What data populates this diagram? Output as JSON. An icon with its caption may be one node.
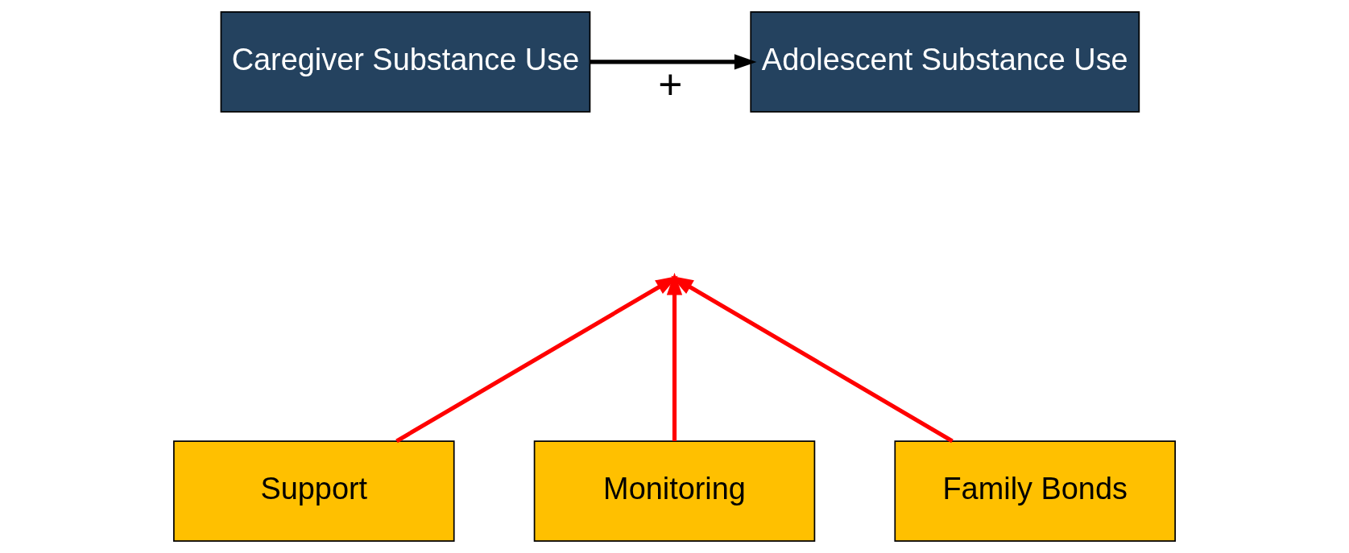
{
  "diagram": {
    "nodes": [
      {
        "text": [
          "Caregiver Substance Use"
        ]
      },
      {
        "text": [
          "Adolescent Substance Use"
        ]
      },
      {
        "text": [
          "Support"
        ]
      },
      {
        "text": [
          "Monitoring"
        ]
      },
      {
        "text": [
          "Family Bonds"
        ]
      }
    ],
    "edges": [
      {
        "from": 0,
        "to": 1,
        "arrow": "to",
        "label": "+",
        "color": "#000000"
      },
      {
        "from": 2,
        "to": null,
        "arrow": "to",
        "color": "#ff0000"
      },
      {
        "from": 3,
        "to": null,
        "arrow": "to",
        "color": "#ff0000"
      },
      {
        "from": 4,
        "to": null,
        "arrow": "to",
        "color": "#ff0000"
      }
    ]
  }
}
